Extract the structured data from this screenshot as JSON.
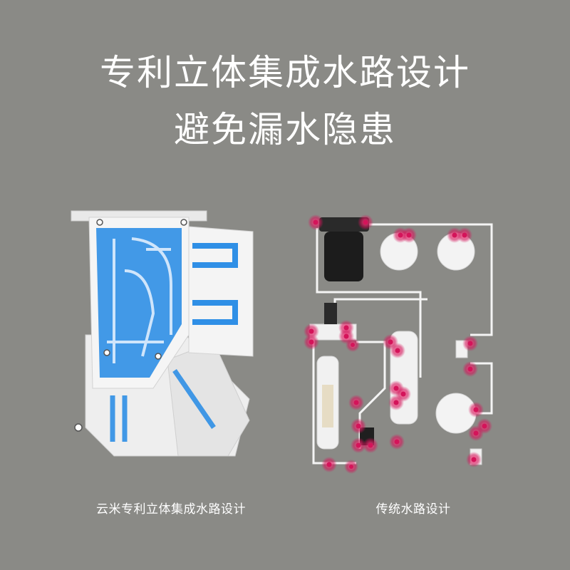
{
  "headline": {
    "line1": "专利立体集成水路设计",
    "line2": "避免漏水隐患"
  },
  "captions": {
    "left": "云米专利立体集成水路设计",
    "right": "传统水路设计"
  },
  "colors": {
    "background": "#8a8a86",
    "text": "#ffffff",
    "water_blue": "#2f8fe6",
    "housing_white": "#f2f2f2",
    "joint_marker": "#d4145a"
  }
}
